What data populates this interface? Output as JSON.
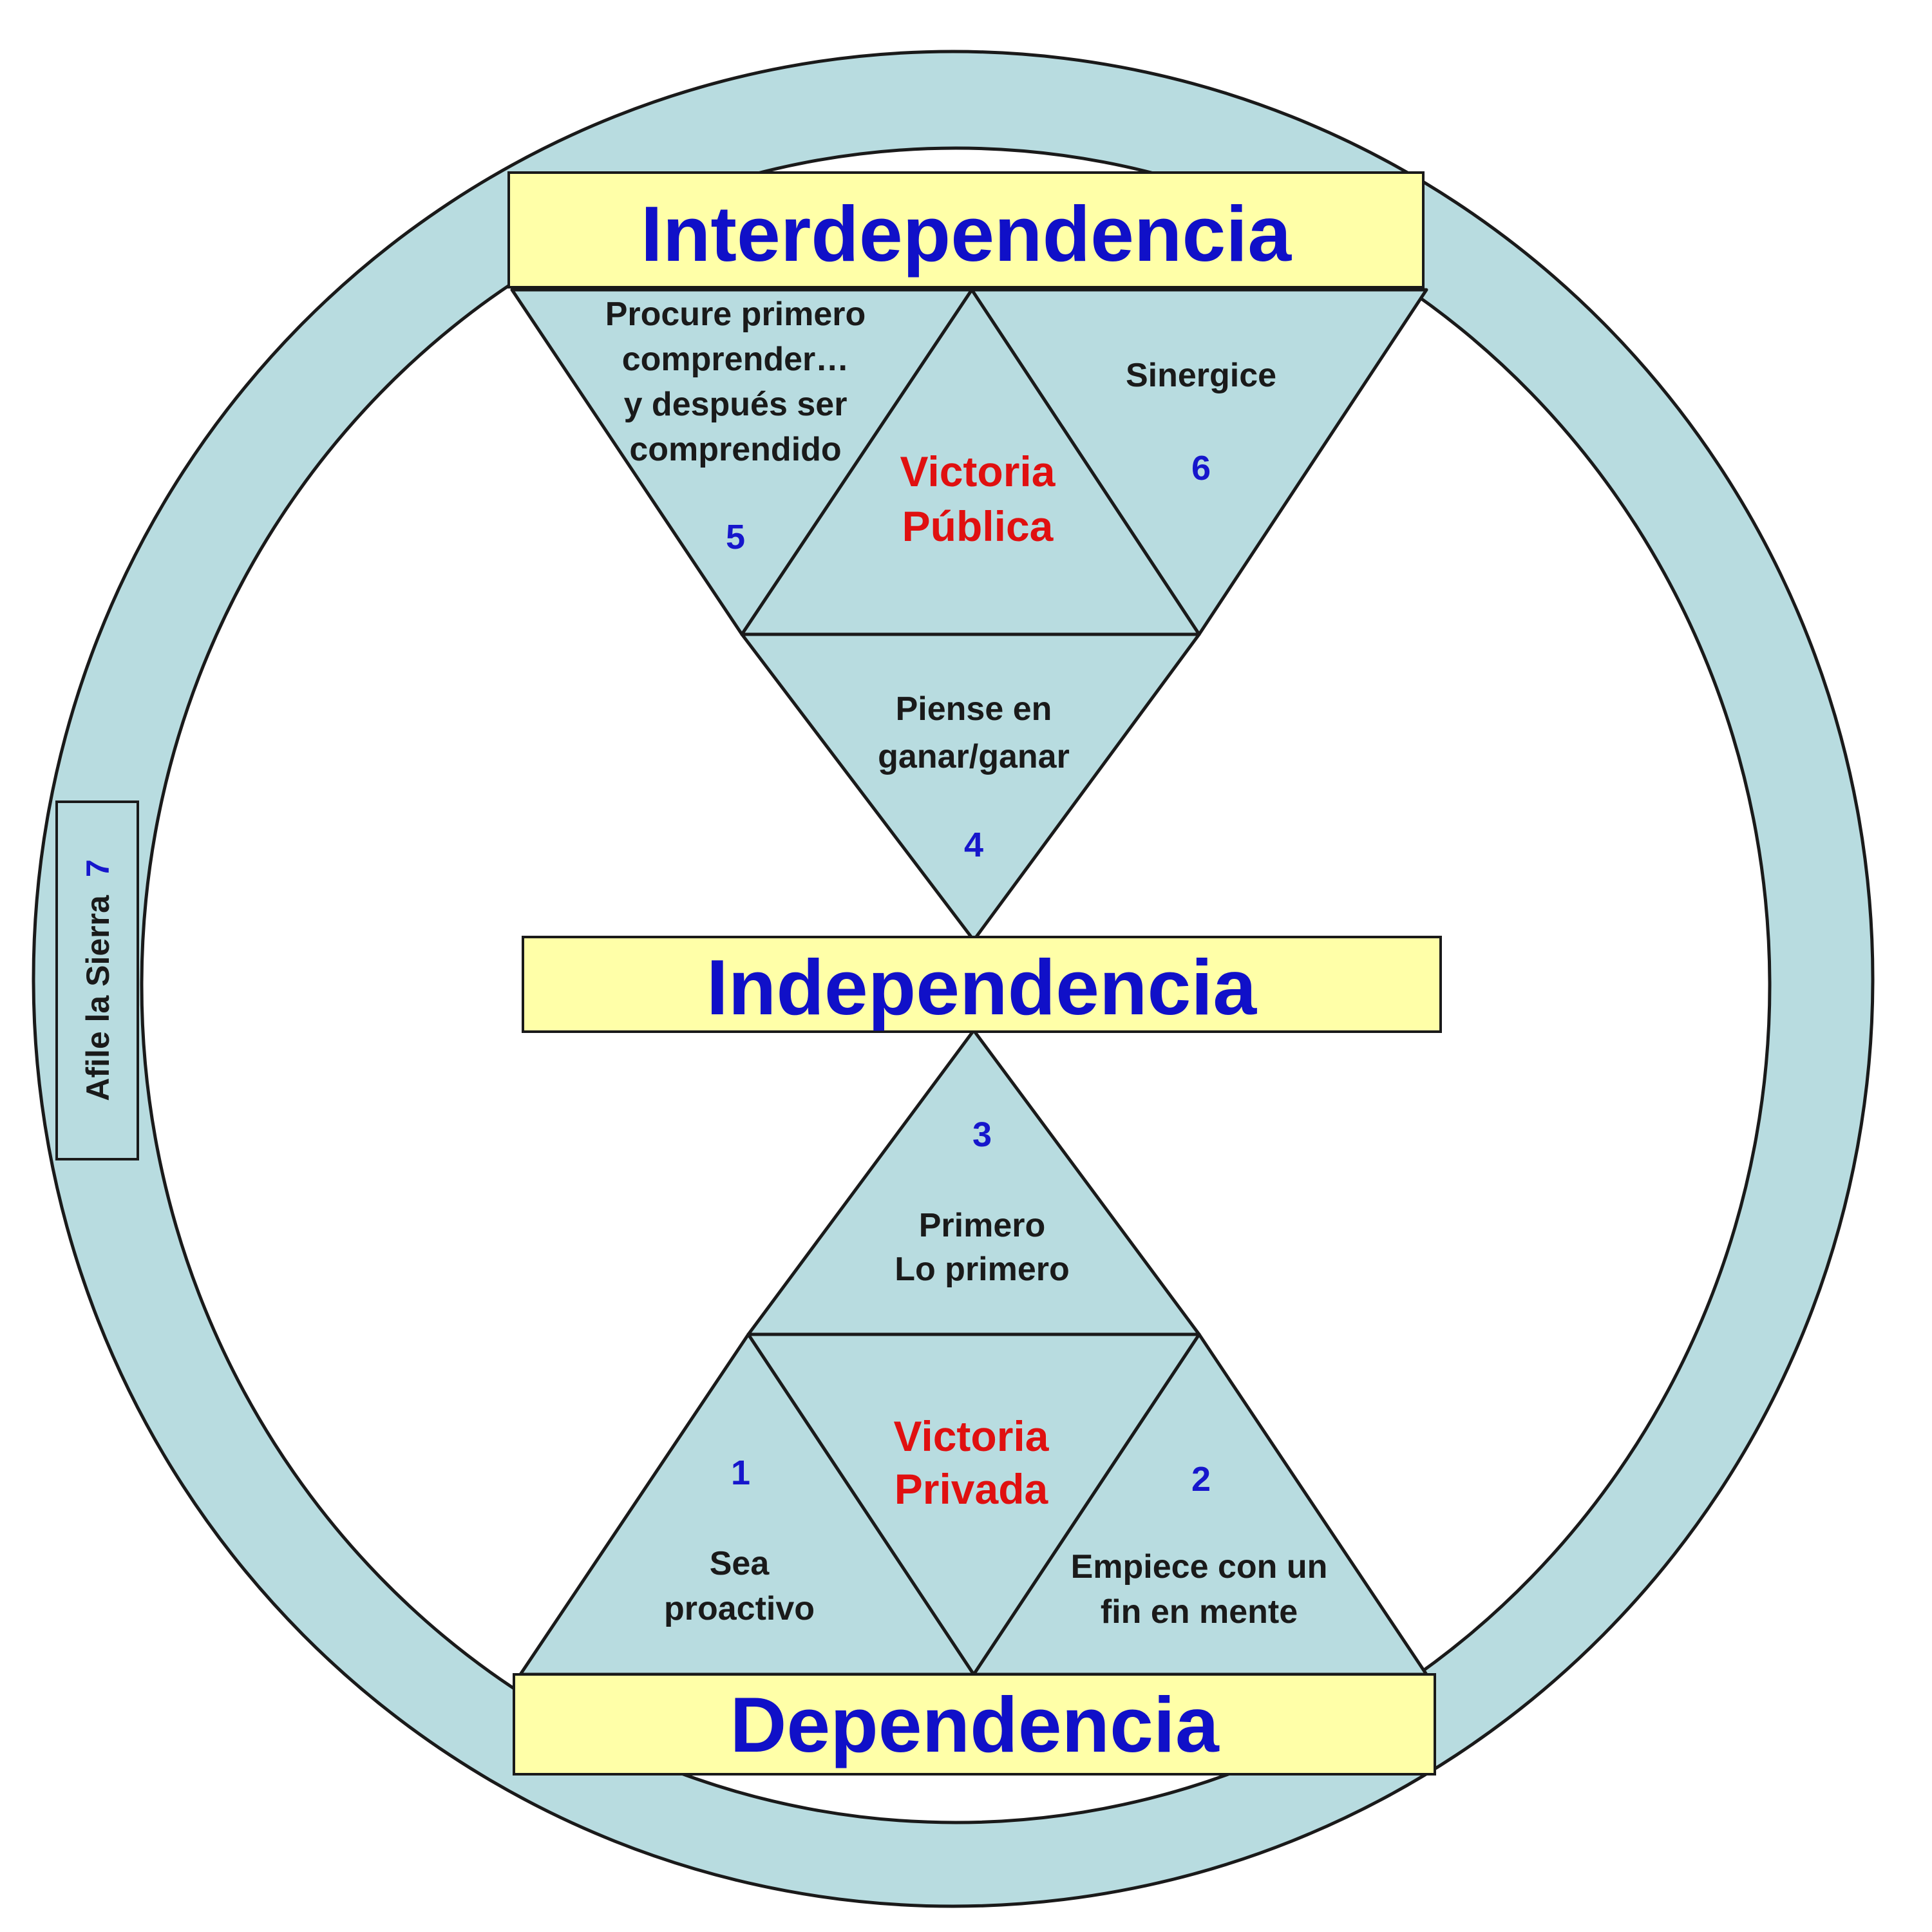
{
  "levels": {
    "interdependencia": "Interdependencia",
    "independencia": "Independencia",
    "dependencia": "Dependencia"
  },
  "habits": [
    {
      "number": "1",
      "lines": [
        "Sea",
        "proactivo"
      ]
    },
    {
      "number": "2",
      "lines": [
        "Empiece con un",
        "fin en mente"
      ]
    },
    {
      "number": "3",
      "lines": [
        "Primero",
        "Lo primero"
      ]
    },
    {
      "number": "4",
      "lines": [
        "Piense en",
        "ganar/ganar"
      ]
    },
    {
      "number": "5",
      "lines": [
        "Procure primero",
        "comprender…",
        "y después ser",
        "comprendido"
      ]
    },
    {
      "number": "6",
      "lines": [
        "Sinergice"
      ]
    }
  ],
  "victories": {
    "publica": [
      "Victoria",
      "Pública"
    ],
    "privada": [
      "Victoria",
      "Privada"
    ]
  },
  "sharpen": {
    "label": "Afile la Sierra",
    "number": "7"
  },
  "colors": {
    "ring": "#b8dce0",
    "banner": "#ffffa8",
    "level_text": "#1010c8",
    "number_text": "#1616cc",
    "victory_text": "#e01010"
  }
}
